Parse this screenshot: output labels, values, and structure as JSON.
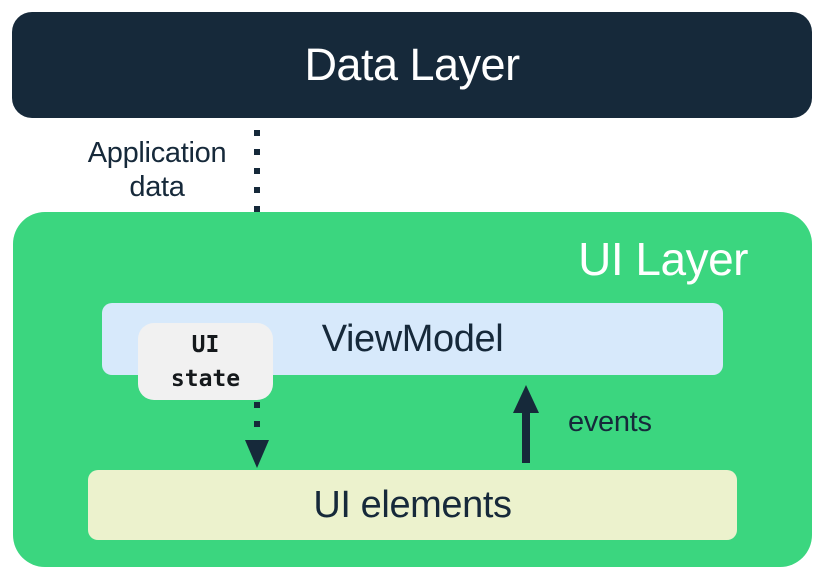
{
  "data_layer": {
    "label": "Data Layer"
  },
  "flows": {
    "application_data": {
      "label": "Application data",
      "direction": "down",
      "style": "dotted"
    },
    "events": {
      "label": "events",
      "direction": "up",
      "style": "solid"
    }
  },
  "ui_layer": {
    "label": "UI Layer",
    "viewmodel": {
      "label": "ViewModel"
    },
    "ui_state": {
      "label": "UI state"
    },
    "ui_elements": {
      "label": "UI elements"
    }
  },
  "colors": {
    "navy": "#16293A",
    "green": "#3BD67F",
    "viewmodel_blue": "#D7E9FB",
    "ui_elements_cream": "#ECF2CD",
    "ui_state_gray": "#F1F1F1",
    "text_on_dark": "#FFFFFF"
  }
}
